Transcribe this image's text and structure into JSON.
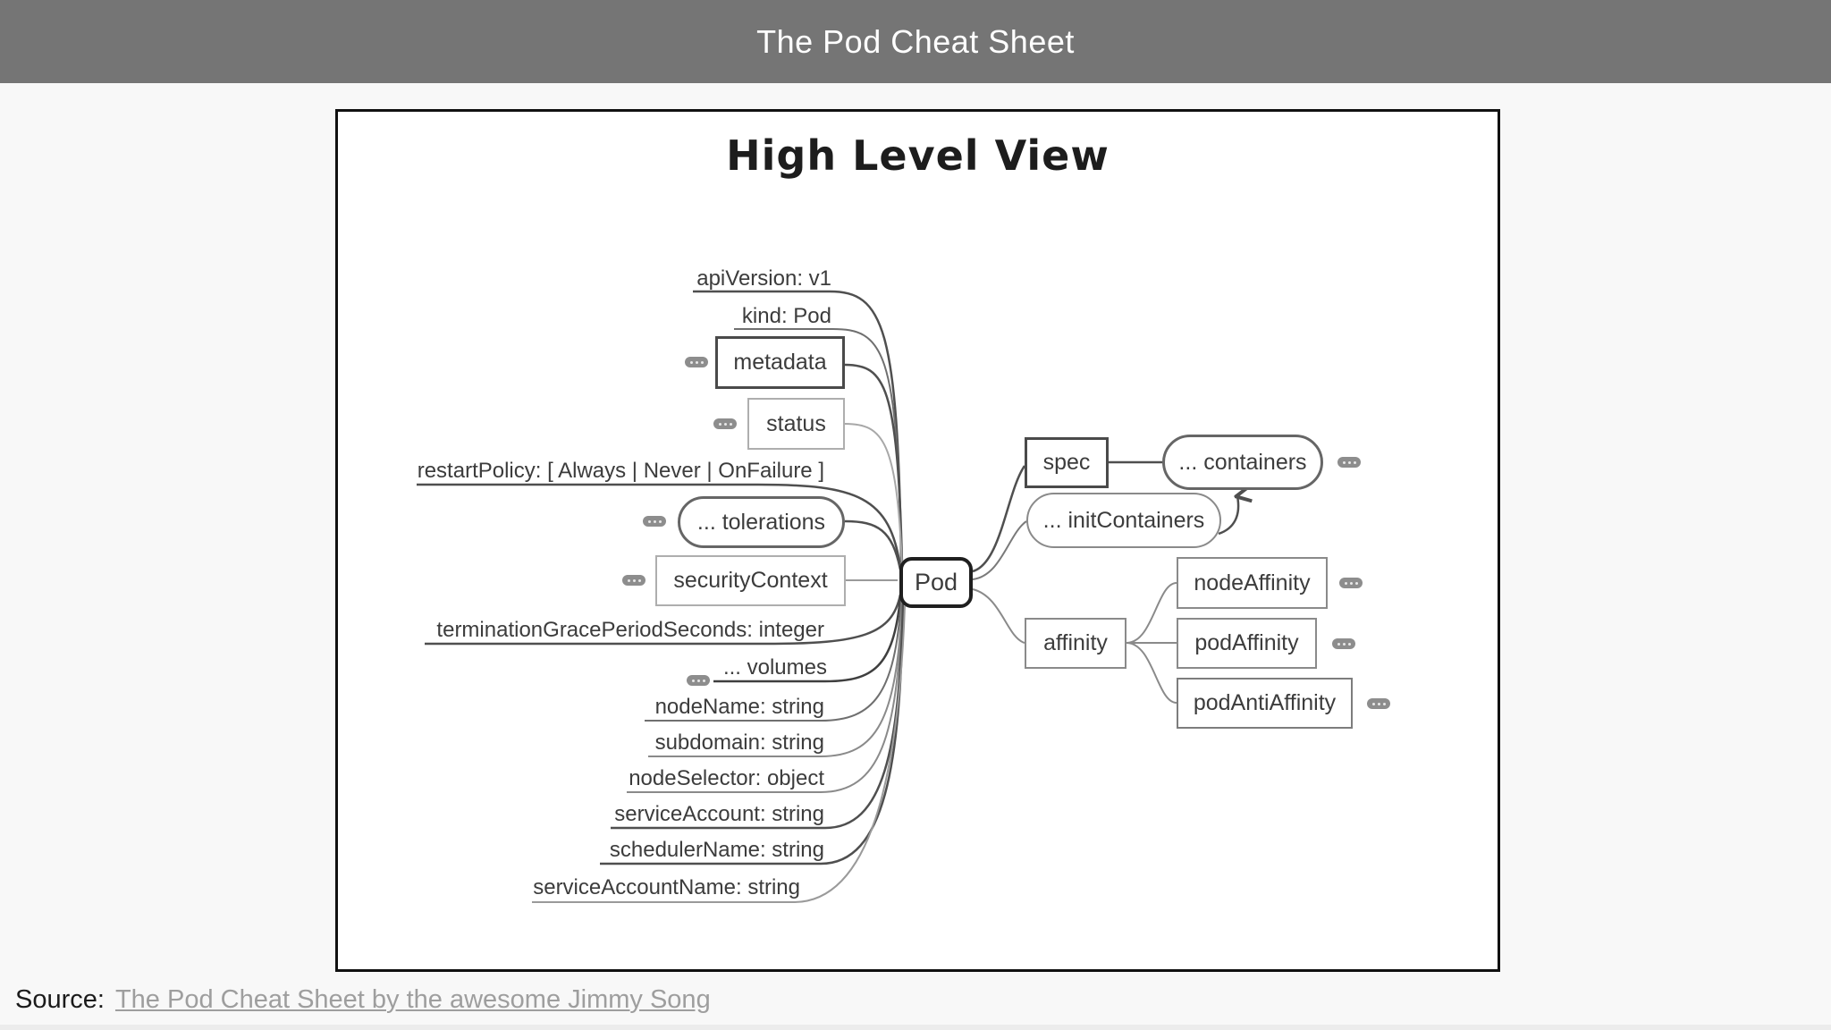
{
  "header": {
    "title": "The Pod Cheat Sheet"
  },
  "diagram": {
    "title": "High Level View",
    "pod": "Pod",
    "left": [
      {
        "label": "apiVersion: v1"
      },
      {
        "label": "kind: Pod"
      },
      {
        "label": "metadata"
      },
      {
        "label": "status"
      },
      {
        "label": "restartPolicy: [ Always | Never | OnFailure ]"
      },
      {
        "label": "... tolerations"
      },
      {
        "label": "securityContext"
      },
      {
        "label": "terminationGracePeriodSeconds: integer"
      },
      {
        "label": "... volumes"
      },
      {
        "label": "nodeName: string"
      },
      {
        "label": "subdomain: string"
      },
      {
        "label": "nodeSelector: object"
      },
      {
        "label": "serviceAccount: string"
      },
      {
        "label": "schedulerName: string"
      },
      {
        "label": "serviceAccountName: string"
      }
    ],
    "right": [
      {
        "label": "spec"
      },
      {
        "label": "... containers"
      },
      {
        "label": "... initContainers"
      },
      {
        "label": "affinity"
      },
      {
        "label": "nodeAffinity"
      },
      {
        "label": "podAffinity"
      },
      {
        "label": "podAntiAffinity"
      }
    ]
  },
  "footer": {
    "source_label": "Source:",
    "link_text": "The Pod Cheat Sheet by the awesome Jimmy Song"
  },
  "colors": {
    "header_bg": "#757575",
    "page_bg": "#f8f8f8",
    "ink": "#3c3c3c",
    "line_dark": "#4f4f4f",
    "line_light": "#9a9a9a",
    "link_gray": "#9e9e9e"
  }
}
